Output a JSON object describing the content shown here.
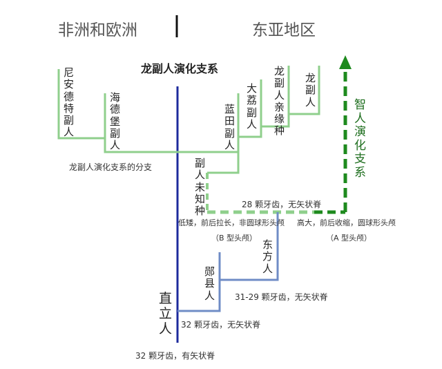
{
  "header": {
    "left": "非洲和欧洲",
    "right": "东亚地区"
  },
  "title": "龙副人演化支系",
  "branch_label": "龙副人演化支系的分支",
  "taxa": {
    "neanderthal": "尼安德特副人",
    "heidelberg": "海德堡副人",
    "lantian": "蓝田副人",
    "dali": "大荔副人",
    "longi_relative": "龙副人亲缘种",
    "longi": "龙副人",
    "unknown": "副人未知种",
    "sapiens_clade": "智人演化支系",
    "dongfang": "东方人",
    "yunxian": "郧县人",
    "erectus": "直立人"
  },
  "notes": {
    "teeth_28": "28 颗牙齿，无矢状脊",
    "skull_b_desc": "低矮，前后拉长，非圆球形头颅",
    "skull_b": "（B 型头颅）",
    "skull_a_desc": "高大，前后收缩，圆球形头颅",
    "skull_a": "（A 型头颅）",
    "teeth_31_29": "31-29 颗牙齿，无矢状脊",
    "teeth_32_no": "32 颗牙齿，无矢状脊",
    "teeth_32_yes": "32 颗牙齿，有矢状脊"
  },
  "colors": {
    "erectus": "#1c2a9c",
    "light_green": "#8fcf8c",
    "dark_green": "#1e8a1e",
    "blue_branch": "#6f8cc6"
  }
}
